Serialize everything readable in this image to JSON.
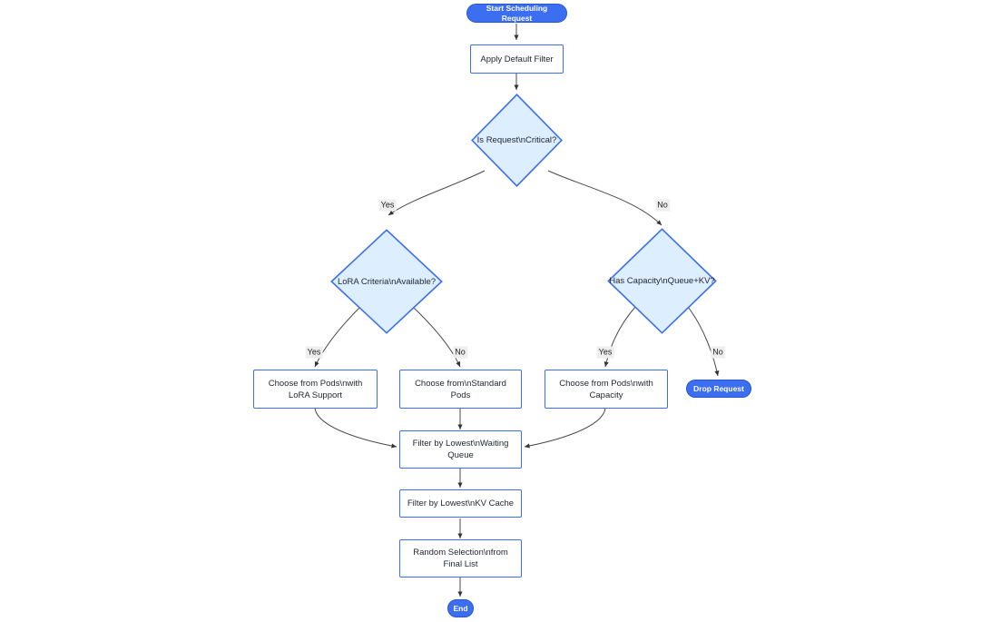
{
  "diagram": {
    "type": "flowchart",
    "direction": "top-down",
    "background_color": "#ffffff",
    "colors": {
      "terminator_fill": "#3b6ef0",
      "terminator_text": "#ffffff",
      "process_fill": "#ffffff",
      "process_border": "#3b6ef0",
      "decision_fill": "#ddeeff",
      "decision_border": "#3b6ef0",
      "edge_stroke": "#4a4a4a",
      "edge_label_bg": "#eeeeee",
      "text": "#1f2430"
    },
    "nodes": [
      {
        "id": "start",
        "shape": "terminator",
        "label": "Start Scheduling Request"
      },
      {
        "id": "apply_filter",
        "shape": "process",
        "label": "Apply Default Filter"
      },
      {
        "id": "is_critical",
        "shape": "decision",
        "label": "Is Request\\nCritical?"
      },
      {
        "id": "lora_criteria",
        "shape": "decision",
        "label": "LoRA Criteria\\nAvailable?"
      },
      {
        "id": "has_capacity",
        "shape": "decision",
        "label": "Has Capacity\\nQueue+KV?"
      },
      {
        "id": "choose_lora",
        "shape": "process",
        "label": "Choose from Pods\\nwith LoRA Support"
      },
      {
        "id": "choose_standard",
        "shape": "process",
        "label": "Choose from\\nStandard Pods"
      },
      {
        "id": "choose_capacity",
        "shape": "process",
        "label": "Choose from Pods\\nwith Capacity"
      },
      {
        "id": "drop_request",
        "shape": "terminator",
        "label": "Drop Request"
      },
      {
        "id": "filter_queue",
        "shape": "process",
        "label": "Filter by Lowest\\nWaiting Queue"
      },
      {
        "id": "filter_kv",
        "shape": "process",
        "label": "Filter by Lowest\\nKV Cache"
      },
      {
        "id": "random_select",
        "shape": "process",
        "label": "Random Selection\\nfrom Final List"
      },
      {
        "id": "end",
        "shape": "terminator",
        "label": "End"
      }
    ],
    "edges": [
      {
        "from": "start",
        "to": "apply_filter",
        "label": ""
      },
      {
        "from": "apply_filter",
        "to": "is_critical",
        "label": ""
      },
      {
        "from": "is_critical",
        "to": "lora_criteria",
        "label": "Yes"
      },
      {
        "from": "is_critical",
        "to": "has_capacity",
        "label": "No"
      },
      {
        "from": "lora_criteria",
        "to": "choose_lora",
        "label": "Yes"
      },
      {
        "from": "lora_criteria",
        "to": "choose_standard",
        "label": "No"
      },
      {
        "from": "has_capacity",
        "to": "choose_capacity",
        "label": "Yes"
      },
      {
        "from": "has_capacity",
        "to": "drop_request",
        "label": "No"
      },
      {
        "from": "choose_lora",
        "to": "filter_queue",
        "label": ""
      },
      {
        "from": "choose_standard",
        "to": "filter_queue",
        "label": ""
      },
      {
        "from": "choose_capacity",
        "to": "filter_queue",
        "label": ""
      },
      {
        "from": "filter_queue",
        "to": "filter_kv",
        "label": ""
      },
      {
        "from": "filter_kv",
        "to": "random_select",
        "label": ""
      },
      {
        "from": "random_select",
        "to": "end",
        "label": ""
      }
    ],
    "edge_labels": {
      "critical_yes": "Yes",
      "critical_no": "No",
      "lora_yes": "Yes",
      "lora_no": "No",
      "capacity_yes": "Yes",
      "capacity_no": "No"
    }
  }
}
